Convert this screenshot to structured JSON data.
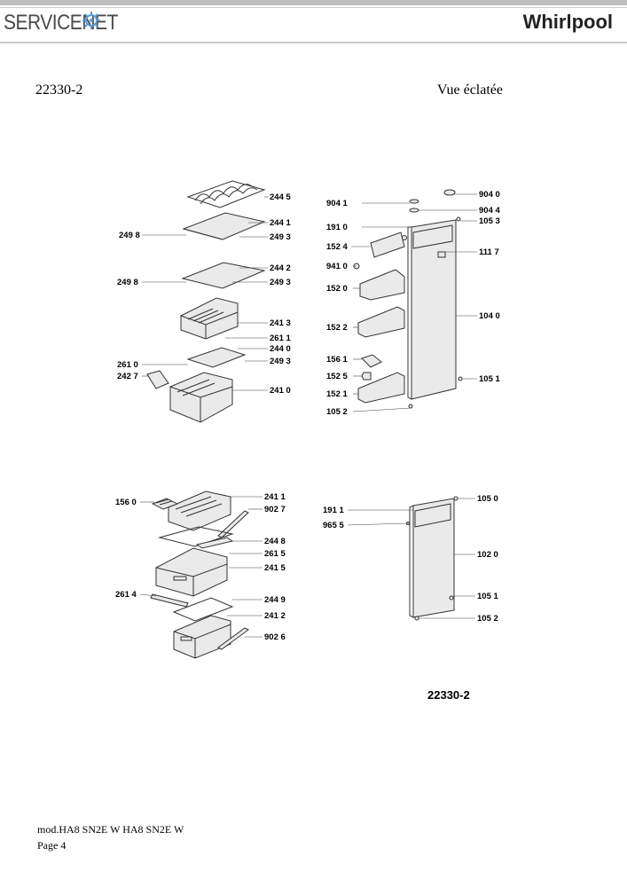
{
  "header": {
    "servicenet_logo_text": "SERVICENET",
    "whirlpool_logo_text": "Whirlpool"
  },
  "page": {
    "model_code": "22330-2",
    "view_title": "Vue éclatée",
    "diagram_caption": "22330-2"
  },
  "parts": {
    "p2445": "244 5",
    "p2441": "244 1",
    "p2498a": "249 8",
    "p2493a": "249 3",
    "p2442": "244 2",
    "p2498b": "249 8",
    "p2493b": "249 3",
    "p2413": "241 3",
    "p2611": "261 1",
    "p2440": "244 0",
    "p2493c": "249 3",
    "p2610": "261 0",
    "p2427": "242 7",
    "p2410": "241 0",
    "p9041": "904 1",
    "p9040": "904 0",
    "p9044": "904 4",
    "p1910": "191 0",
    "p1053": "105 3",
    "p1524": "152 4",
    "p1117": "111 7",
    "p9410": "941 0",
    "p1520": "152 0",
    "p1040": "104 0",
    "p1522": "152 2",
    "p1561": "156 1",
    "p1525": "152 5",
    "p1051a": "105 1",
    "p1521": "152 1",
    "p1052a": "105 2",
    "p2411": "241 1",
    "p1560": "156 0",
    "p9027": "902 7",
    "p2448": "244 8",
    "p2615": "261 5",
    "p2415": "241 5",
    "p2614": "261 4",
    "p2449": "244 9",
    "p2412": "241 2",
    "p9026": "902 6",
    "p1911": "191 1",
    "p1050": "105 0",
    "p9655": "965 5",
    "p1020": "102 0",
    "p1051b": "105 1",
    "p1052b": "105 2"
  },
  "footer": {
    "model_line": "mod.HA8 SN2E W HA8 SN2E W",
    "page_line": "Page 4"
  }
}
